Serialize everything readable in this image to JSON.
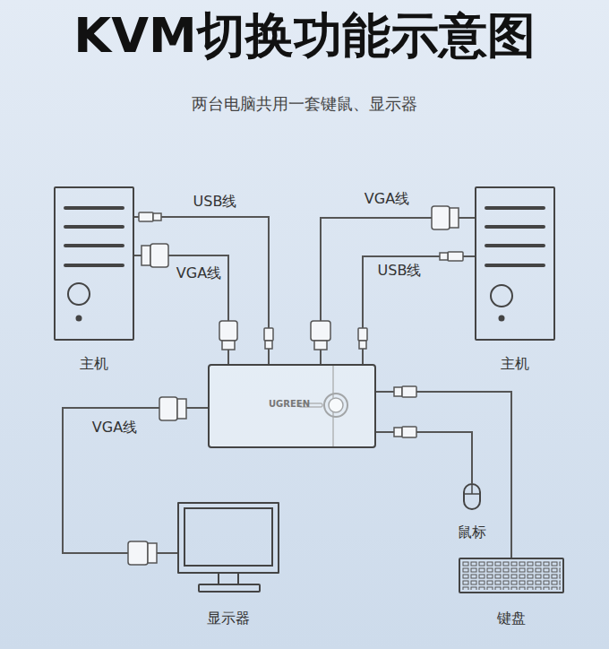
{
  "diagram": {
    "title": "KVM切换功能示意图",
    "nodes": [
      {
        "text": [
          "主机"
        ]
      },
      {
        "text": [
          "主机"
        ]
      },
      {
        "text": [
          "UGREEN"
        ]
      },
      {
        "text": [
          "显示器"
        ]
      },
      {
        "text": [
          "鼠标"
        ]
      },
      {
        "text": [
          "键盘"
        ]
      }
    ],
    "edges": [
      {
        "from": 0,
        "to": 2,
        "arrow": "none",
        "label": "USB线"
      },
      {
        "from": 0,
        "to": 2,
        "arrow": "none",
        "label": "VGA线"
      },
      {
        "from": 1,
        "to": 2,
        "arrow": "none",
        "label": "VGA线"
      },
      {
        "from": 1,
        "to": 2,
        "arrow": "none",
        "label": "USB线"
      },
      {
        "from": 2,
        "to": 3,
        "arrow": "none",
        "label": "VGA线"
      },
      {
        "from": 2,
        "to": 5,
        "arrow": "none"
      },
      {
        "from": 2,
        "to": 4,
        "arrow": "none"
      }
    ],
    "labels": [
      "两台电脑共用一套键鼠、显示器"
    ]
  }
}
